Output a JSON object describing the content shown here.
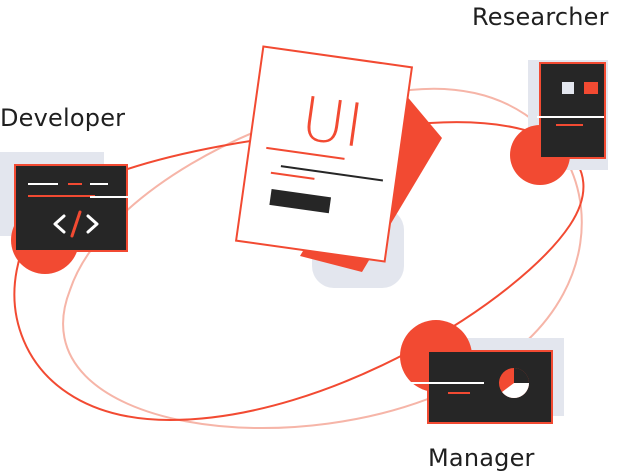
{
  "roles": {
    "developer": "Developer",
    "researcher": "Researcher",
    "manager": "Manager"
  },
  "document": {
    "logo_text": "UI"
  },
  "icons": {
    "developer_card": "code-icon",
    "researcher_card": "layout-icon",
    "manager_card": "pie-chart-icon"
  },
  "colors": {
    "accent": "#f24a32",
    "dark": "#262626",
    "shadow": "#e3e6ee",
    "orbit_light": "#f6b5a8"
  }
}
